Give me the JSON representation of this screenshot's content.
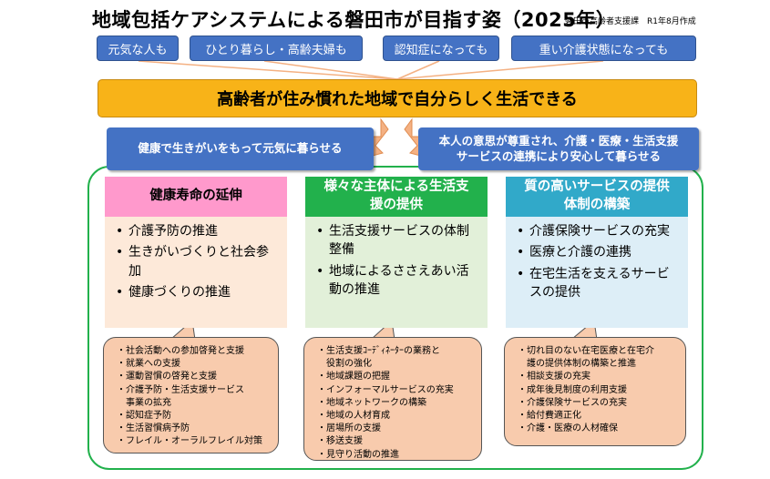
{
  "title": "地域包括ケアシステムによる磐田市が目指す姿（2025年）",
  "subtitle": "磐田市高齢者支援課　R1年8月作成",
  "targets": [
    "元気な人も",
    "ひとり暮らし・高齢夫婦も",
    "認知症になっても",
    "重い介護状態になっても"
  ],
  "goal": "高齢者が住み慣れた地域で自分らしく生活できる",
  "sub_goals": {
    "left": "健康で生きがいをもって元気に暮らせる",
    "right_line1": "本人の意思が尊重され、介護・医療・生活支援",
    "right_line2": "サービスの連携により安心して暮らせる"
  },
  "columns": [
    {
      "heading_line1": "健康寿命の延伸",
      "heading_line2": "",
      "bullets": [
        "介護予防の推進",
        "生きがいづくりと社会参加",
        "健康づくりの推進"
      ],
      "details": [
        "・社会活動への参加啓発と支援",
        "・就業への支援",
        "・運動習慣の啓発と支援",
        "・介護予防・生活支援サービス",
        "　事業の拡充",
        "・認知症予防",
        "・生活習慣病予防",
        "・フレイル・オーラルフレイル対策"
      ]
    },
    {
      "heading_line1": "様々な主体による生活支",
      "heading_line2": "援の提供",
      "bullets": [
        "生活支援サービスの体制整備",
        "地域によるささえあい活動の推進"
      ],
      "details": [
        "・生活支援ｺｰﾃﾞｨﾈｰﾀｰの業務と",
        "　役割の強化",
        "・地域課題の把握",
        "・インフォーマルサービスの充実",
        "・地域ネットワークの構築",
        "・地域の人材育成",
        "・居場所の支援",
        "・移送支援",
        "・見守り活動の推進"
      ]
    },
    {
      "heading_line1": "質の高いサービスの提供",
      "heading_line2": "体制の構築",
      "bullets": [
        "介護保険サービスの充実",
        "医療と介護の連携",
        "在宅生活を支えるサービスの提供"
      ],
      "details": [
        "・切れ目のない在宅医療と在宅介",
        "　護の提供体制の構築と推進",
        "・相談支援の充実",
        "・成年後見制度の利用支援",
        "・介護保険サービスの充実",
        "・給付費適正化",
        "・介護・医療の人材確保"
      ]
    }
  ],
  "colors": {
    "tag": "#4472c4",
    "goal": "#f8b318",
    "arrow": "#f4b183",
    "frame": "#22b14c",
    "col1_head": "#ff99cc",
    "col1_body": "#fde9d9",
    "col2_head": "#22b14c",
    "col2_body": "#e2f0d9",
    "col3_head": "#31a9c9",
    "col3_body": "#ddeef7",
    "detail": "#f8cbad"
  }
}
